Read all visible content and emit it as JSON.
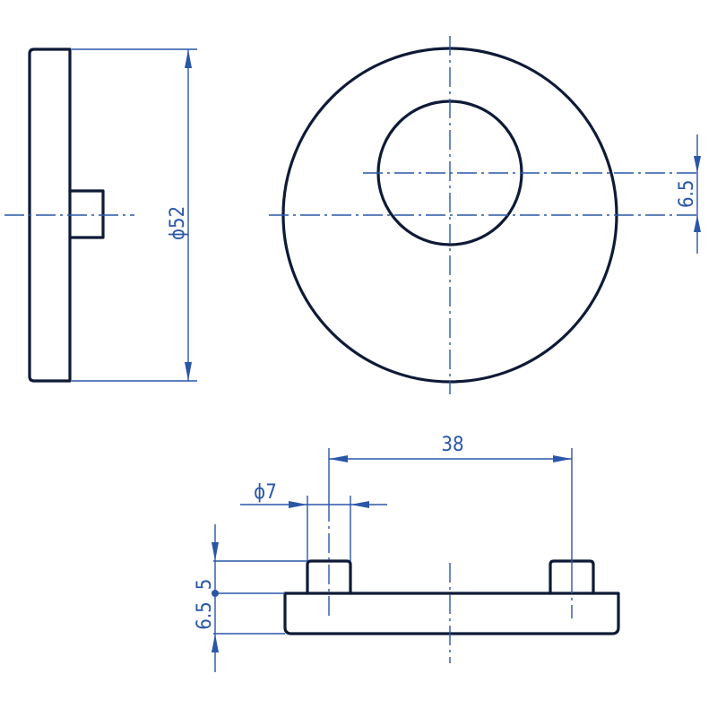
{
  "colors": {
    "outline": "#0e1a36",
    "dimension": "#2a56a8",
    "background": "#ffffff"
  },
  "dimensions": {
    "diameter_52": "ϕ52",
    "offset_6_5": "6.5",
    "hole_spacing_38": "38",
    "pin_diameter_7": "ϕ7",
    "pin_height_5": "5",
    "plate_thickness_6_5": "6.5"
  }
}
